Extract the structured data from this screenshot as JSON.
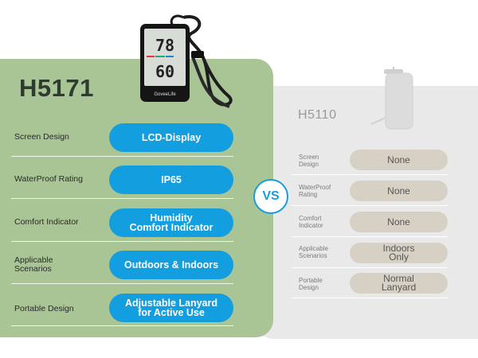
{
  "left": {
    "title": "H5171",
    "device": {
      "temp_value": "78",
      "humidity_value": "60",
      "brand": "GoveeLife"
    },
    "rows": [
      {
        "label": "Screen Design",
        "value": "LCD-Display"
      },
      {
        "label": "WaterProof Rating",
        "value": "IP65"
      },
      {
        "label": "Comfort Indicator",
        "value": "Humidity\nComfort Indicator"
      },
      {
        "label": "Applicable\nScenarios",
        "value": "Outdoors & Indoors"
      },
      {
        "label": "Portable Design",
        "value": "Adjustable Lanyard\nfor Active Use"
      }
    ]
  },
  "right": {
    "title": "H5110",
    "rows": [
      {
        "label": "Screen\nDesign",
        "value": "None"
      },
      {
        "label": "WaterProof\nRating",
        "value": "None"
      },
      {
        "label": "Comfort\nIndicator",
        "value": "None"
      },
      {
        "label": "Applicable\nScenarios",
        "value": "Indoors\nOnly"
      },
      {
        "label": "Portable\nDesign",
        "value": "Normal\nLanyard"
      }
    ]
  },
  "vs_label": "VS",
  "colors": {
    "left_panel": "#a9c495",
    "right_panel": "#e9e9e9",
    "accent_blue": "#139ee0",
    "right_pill": "#d7d1c5"
  }
}
